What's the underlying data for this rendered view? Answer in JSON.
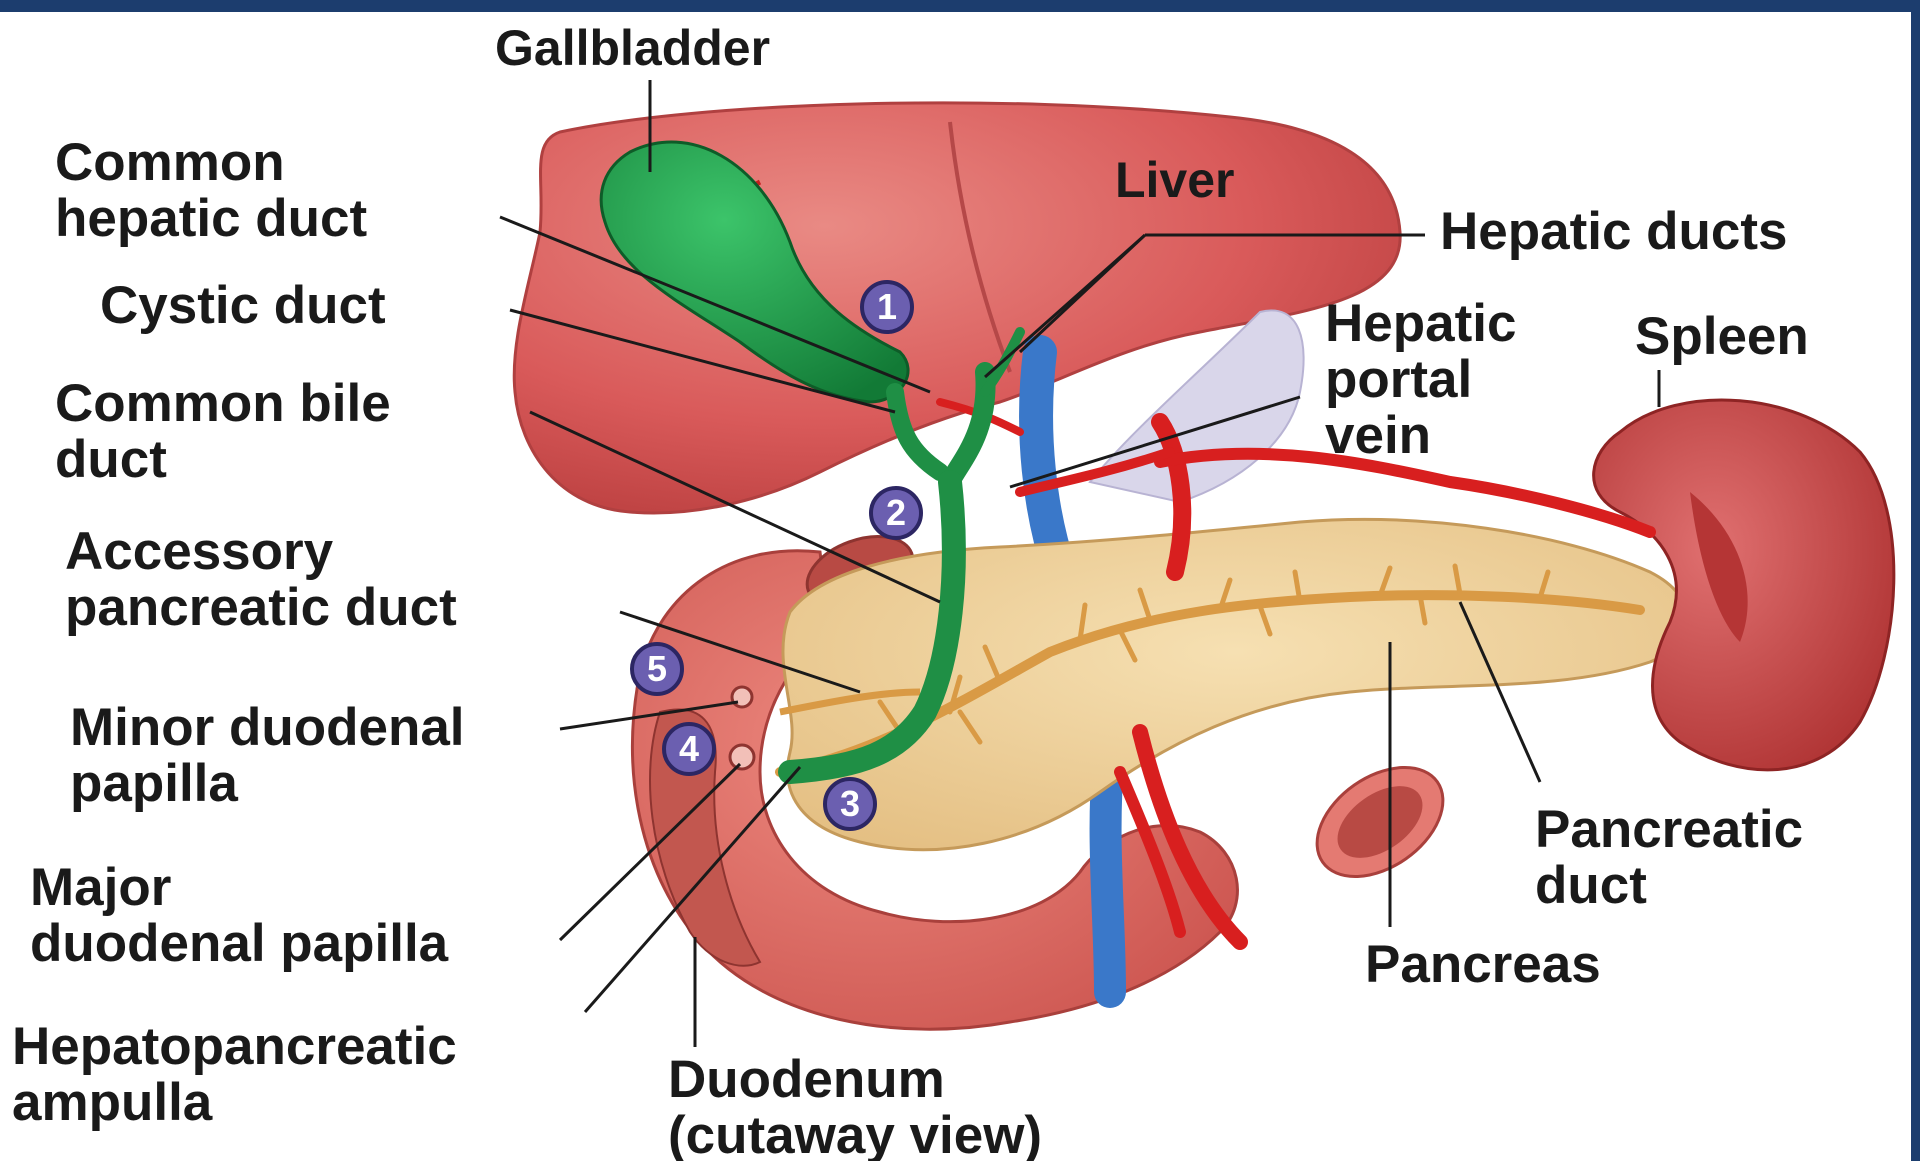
{
  "labels": {
    "gallbladder": "Gallbladder",
    "common_hepatic_duct": [
      "Common",
      "hepatic duct"
    ],
    "cystic_duct": "Cystic duct",
    "common_bile_duct": [
      "Common bile",
      "duct"
    ],
    "accessory_pancreatic_duct": [
      "Accessory",
      "pancreatic duct"
    ],
    "minor_duodenal_papilla": [
      "Minor duodenal",
      "papilla"
    ],
    "major_duodenal_papilla": [
      "Major",
      "duodenal papilla"
    ],
    "hepatopancreatic_ampulla": [
      "Hepatopancreatic",
      "ampulla"
    ],
    "duodenum": [
      "Duodenum",
      "(cutaway view)"
    ],
    "liver": "Liver",
    "hepatic_ducts": "Hepatic ducts",
    "hepatic_portal_vein": [
      "Hepatic",
      "portal",
      "vein"
    ],
    "spleen": "Spleen",
    "pancreatic_duct": [
      "Pancreatic",
      "duct"
    ],
    "pancreas": "Pancreas"
  },
  "markers": [
    "1",
    "2",
    "3",
    "4",
    "5"
  ],
  "colors": {
    "frame": "#1c3d6e",
    "liver": "#d95a5a",
    "gallbladder": "#1f9a4a",
    "bile_duct": "#1f8f45",
    "pancreas": "#f1d29a",
    "pancreatic_duct": "#d99a45",
    "artery": "#d81f1f",
    "vein": "#3a78c9",
    "duodenum": "#e46b63",
    "spleen": "#c83a3a",
    "marker": "#6b5fb0"
  }
}
